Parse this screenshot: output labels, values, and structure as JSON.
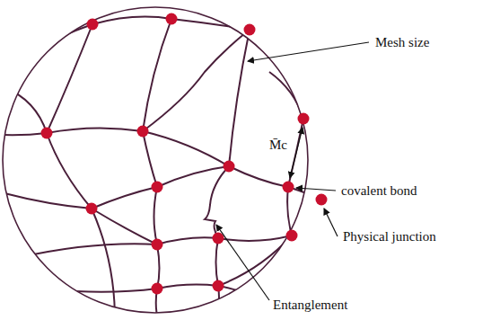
{
  "diagram": {
    "labels": [
      "Mesh size",
      "M̄c",
      "covalent bond",
      "Physical junction",
      "Entanglement"
    ]
  }
}
